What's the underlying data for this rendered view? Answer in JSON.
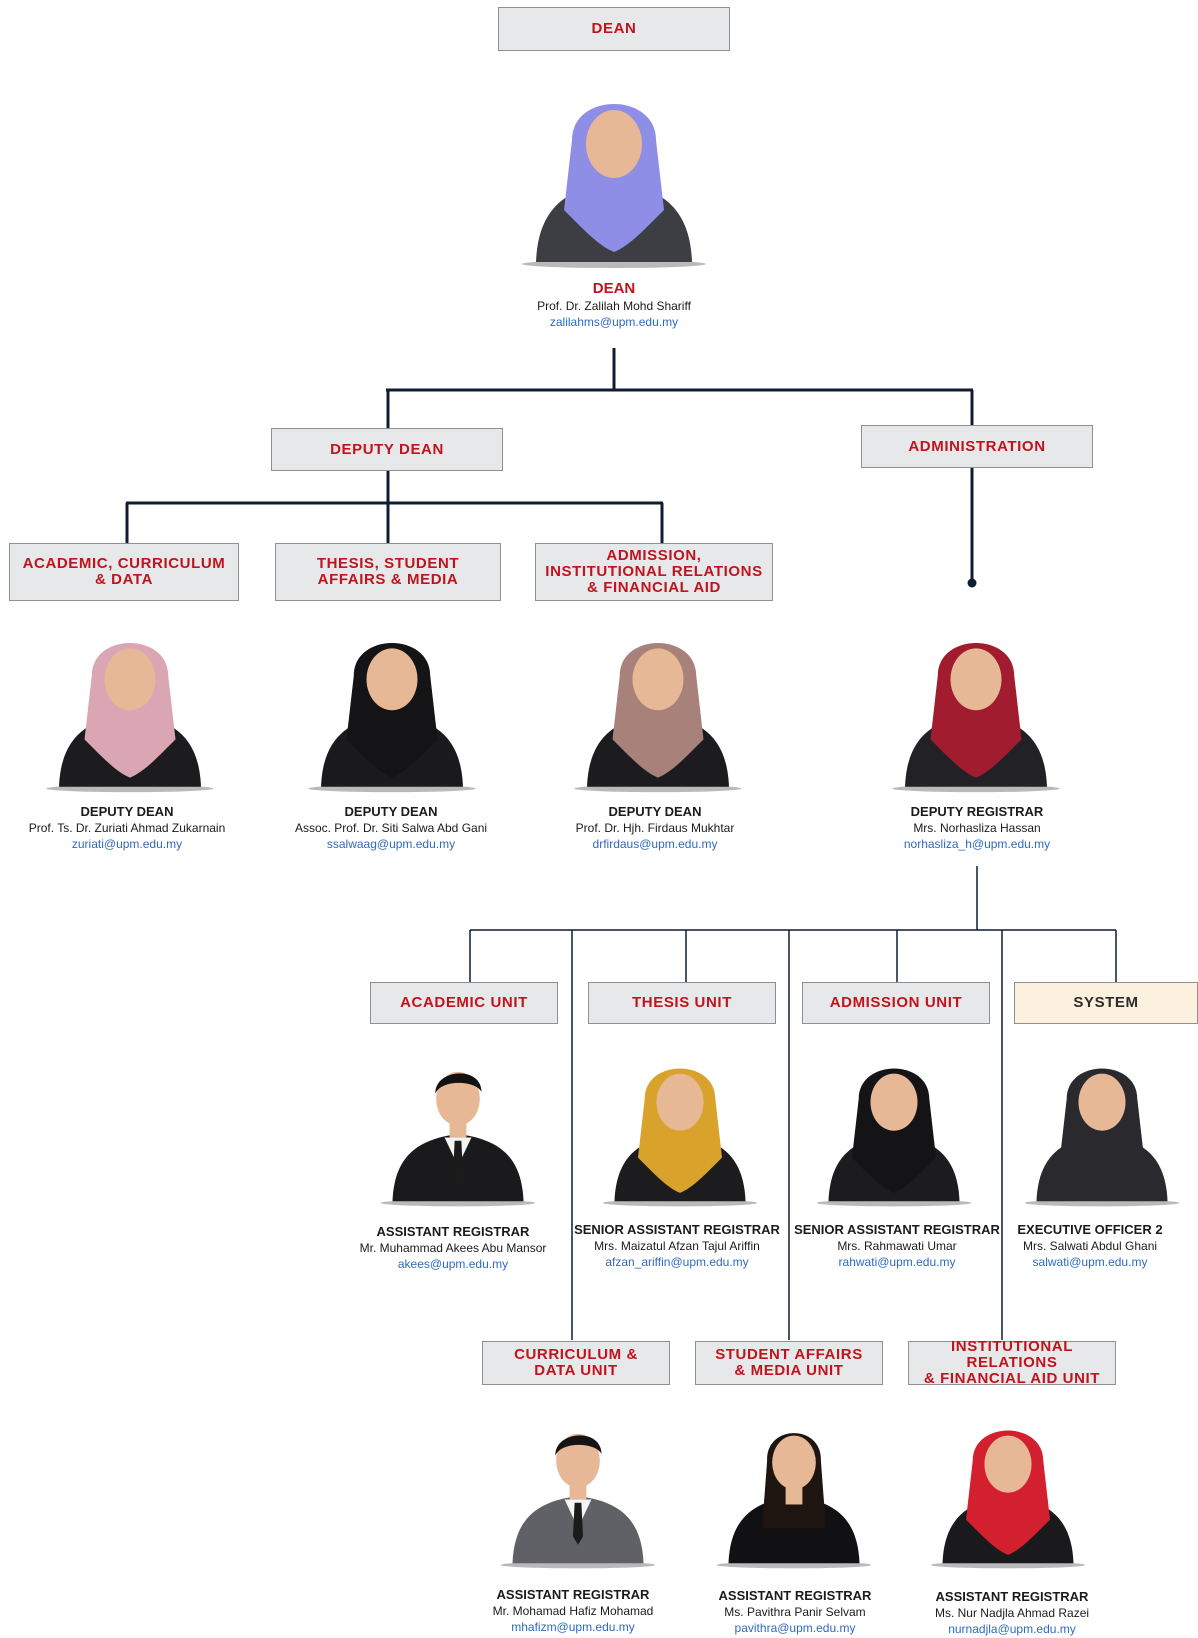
{
  "boxes": {
    "dean": "DEAN",
    "deputy_dean": "DEPUTY DEAN",
    "administration": "ADMINISTRATION",
    "academic_curriculum_data": [
      "ACADEMIC, CURRICULUM",
      "& DATA"
    ],
    "thesis_student_affairs_media": [
      "THESIS, STUDENT",
      "AFFAIRS & MEDIA"
    ],
    "admission_institutional": [
      "ADMISSION,",
      "INSTITUTIONAL RELATIONS",
      "& FINANCIAL AID"
    ],
    "academic_unit": "ACADEMIC UNIT",
    "thesis_unit": "THESIS UNIT",
    "admission_unit": "ADMISSION UNIT",
    "system": "SYSTEM",
    "curriculum_data_unit": [
      "CURRICULUM &",
      "DATA UNIT"
    ],
    "student_affairs_media_unit": [
      "STUDENT AFFAIRS",
      "& MEDIA UNIT"
    ],
    "institutional_relations_unit": [
      "INSTITUTIONAL RELATIONS",
      "& FINANCIAL AID UNIT"
    ]
  },
  "people": {
    "dean": {
      "role": "DEAN",
      "name": "Prof. Dr. Zalilah Mohd Shariff",
      "email": "zalilahms@upm.edu.my"
    },
    "deputy_dean_academic": {
      "role": "DEPUTY DEAN",
      "name": "Prof. Ts. Dr. Zuriati Ahmad Zukarnain",
      "email": "zuriati@upm.edu.my"
    },
    "deputy_dean_thesis": {
      "role": "DEPUTY DEAN",
      "name": "Assoc. Prof. Dr. Siti Salwa Abd Gani",
      "email": "ssalwaag@upm.edu.my"
    },
    "deputy_dean_admission": {
      "role": "DEPUTY DEAN",
      "name": "Prof. Dr. Hjh. Firdaus Mukhtar",
      "email": "drfirdaus@upm.edu.my"
    },
    "deputy_registrar": {
      "role": "DEPUTY REGISTRAR",
      "name": "Mrs. Norhasliza Hassan",
      "email": "norhasliza_h@upm.edu.my"
    },
    "academic_unit": {
      "role": "ASSISTANT REGISTRAR",
      "name": "Mr. Muhammad Akees Abu Mansor",
      "email": "akees@upm.edu.my"
    },
    "thesis_unit": {
      "role": "SENIOR ASSISTANT REGISTRAR",
      "name": "Mrs. Maizatul Afzan Tajul Ariffin",
      "email": "afzan_ariffin@upm.edu.my"
    },
    "admission_unit": {
      "role": "SENIOR ASSISTANT REGISTRAR",
      "name": "Mrs. Rahmawati Umar",
      "email": "rahwati@upm.edu.my"
    },
    "system": {
      "role": "EXECUTIVE OFFICER 2",
      "name": "Mrs. Salwati Abdul Ghani",
      "email": "salwati@upm.edu.my"
    },
    "curriculum_unit": {
      "role": "ASSISTANT REGISTRAR",
      "name": "Mr. Mohamad Hafiz Mohamad",
      "email": "mhafizm@upm.edu.my"
    },
    "student_affairs_unit": {
      "role": "ASSISTANT REGISTRAR",
      "name": "Ms. Pavithra Panir Selvam",
      "email": "pavithra@upm.edu.my"
    },
    "institutional_unit": {
      "role": "ASSISTANT REGISTRAR",
      "name": "Ms. Nur Nadjla Ahmad Razei",
      "email": "nurnadjla@upm.edu.my"
    }
  },
  "colors": {
    "box_fill": "#e7e8ea",
    "box_border": "#8d8f93",
    "box_text": "#c0141d",
    "system_fill": "#fbf1de",
    "connector": "#0f1c33",
    "email": "#2f6ac0"
  },
  "photo_styles": {
    "dean": {
      "hijab": "#8f8ee6",
      "suit": "#3c3e43"
    },
    "deputy_dean_academic": {
      "hijab": "#dba6b4",
      "suit": "#1c1c1f"
    },
    "deputy_dean_thesis": {
      "hijab": "#141416",
      "suit": "#1a1a1c"
    },
    "deputy_dean_admission": {
      "hijab": "#a8817a",
      "suit": "#1c1c1e"
    },
    "deputy_registrar": {
      "hijab": "#a11c2e",
      "suit": "#222226"
    },
    "academic_unit": {
      "hair": "#121212",
      "suit": "#1a1a1d"
    },
    "thesis_unit": {
      "hijab": "#d8a22b",
      "suit": "#1c1c1f"
    },
    "admission_unit": {
      "hijab": "#141416",
      "suit": "#1c1c1f"
    },
    "system": {
      "hijab": "#2a2a2e",
      "suit": "#2a2a2e"
    },
    "curriculum_unit": {
      "hair": "#141414",
      "suit": "#5f6167"
    },
    "student_affairs_unit": {
      "hair": "#1e1410",
      "suit": "#111114"
    },
    "institutional_unit": {
      "hijab": "#d3202f",
      "suit": "#1a1a1d"
    }
  }
}
